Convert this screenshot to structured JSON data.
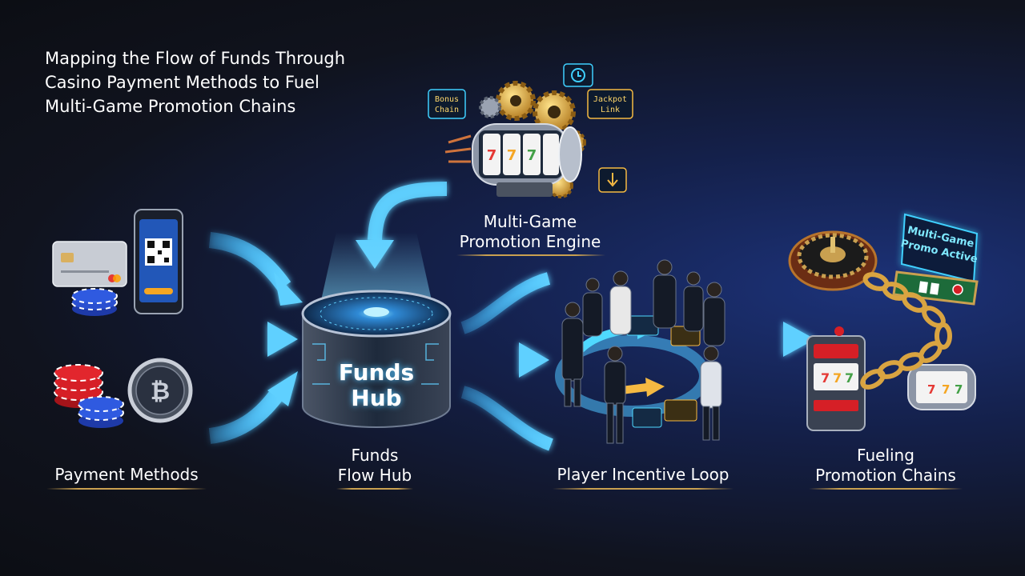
{
  "title": {
    "line1": "Mapping the Flow of Funds Through",
    "line2": "Casino Payment Methods to Fuel",
    "line3": "Multi-Game Promotion Chains"
  },
  "stages": {
    "payment": {
      "label": "Payment Methods"
    },
    "hub": {
      "line1": "Funds",
      "line2": "Flow Hub",
      "core_line1": "Funds",
      "core_line2": "Hub"
    },
    "engine": {
      "line1": "Multi-Game",
      "line2": "Promotion Engine"
    },
    "loop": {
      "label": "Player Incentive Loop"
    },
    "chains": {
      "line1": "Fueling",
      "line2": "Promotion Chains"
    }
  },
  "badges": {
    "bonus_chain": {
      "line1": "Bonus",
      "line2": "Chain"
    },
    "jackpot_link": {
      "line1": "Jackpot",
      "line2": "Link"
    }
  },
  "promo_screen": {
    "line1": "Multi-Game",
    "line2": "Promo Active"
  },
  "icons": {
    "payment": [
      "credit-card-icon",
      "smartphone-qr-icon",
      "poker-chip-icon",
      "crypto-coin-icon"
    ],
    "engine": [
      "gears-icon",
      "slot-reel-icon",
      "clock-icon",
      "download-icon"
    ],
    "loop": [
      "people-icon",
      "loop-arrow-icon"
    ],
    "chains": [
      "roulette-icon",
      "card-table-icon",
      "slot-machine-icon",
      "chain-icon"
    ]
  },
  "colors": {
    "arrow": "#3fb8ff",
    "gold": "#d9a441",
    "background": "#10131e",
    "accent_blue": "#1c3278"
  }
}
